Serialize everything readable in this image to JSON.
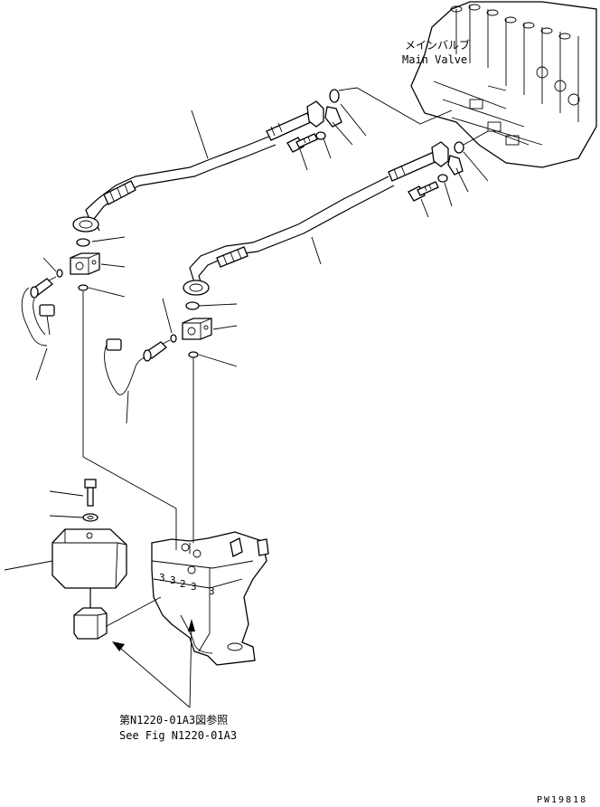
{
  "labels": {
    "main_valve_jp": "メインバルブ",
    "main_valve_en": "Main Valve",
    "see_fig_jp": "第N1220-01A3図参照",
    "see_fig_en": "See Fig N1220-01A3",
    "drawing_code": "PW19818"
  },
  "parts": [
    "main-valve",
    "hose-upper",
    "hose-lower",
    "block-upper",
    "block-lower",
    "pressure-switch-left",
    "pressure-switch-middle",
    "bolt-left",
    "washer-left",
    "bracket",
    "pilot-valve",
    "flange-bolt-upper",
    "flange-bolt-lower"
  ]
}
